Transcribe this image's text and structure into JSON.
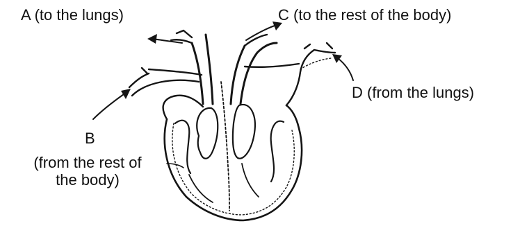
{
  "labels": {
    "a": "A (to the lungs)",
    "b_letter": "B",
    "b_desc_line1": "(from the rest of",
    "b_desc_line2": "the body)",
    "c": "C (to the rest of the body)",
    "d": "D (from the lungs)"
  },
  "colors": {
    "ink": "#151515",
    "background": "#ffffff"
  }
}
